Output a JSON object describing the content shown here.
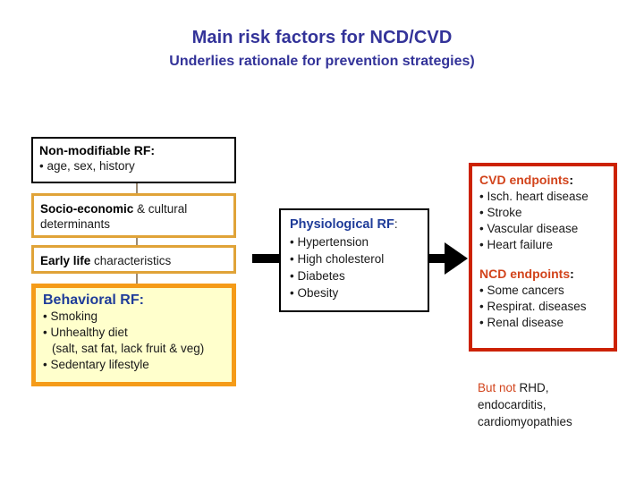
{
  "title": {
    "main": "Main risk factors for NCD/CVD",
    "sub": "Underlies rationale for prevention strategies)"
  },
  "boxes": {
    "non_modifiable": {
      "heading": "Non-modifiable RF:",
      "items": [
        "• age, sex, history"
      ]
    },
    "socio_economic": {
      "heading": "Socio-economic",
      "heading_rest": " & cultural",
      "line2": "determinants"
    },
    "early_life": {
      "heading": "Early life",
      "heading_rest": " characteristics"
    },
    "behavioral": {
      "heading": "Behavioral RF:",
      "items": [
        "• Smoking",
        "• Unhealthy diet",
        "(salt, sat fat, lack fruit & veg)",
        "• Sedentary lifestyle"
      ]
    },
    "physiological": {
      "heading": "Physiological RF",
      "heading_colon": ":",
      "items": [
        "• Hypertension",
        "• High cholesterol",
        "• Diabetes",
        "• Obesity"
      ]
    },
    "endpoints": {
      "cvd_heading": "CVD endpoints",
      "cvd_heading_colon": ":",
      "cvd_items": [
        "• Isch. heart disease",
        "• Stroke",
        "• Vascular disease",
        "• Heart failure"
      ],
      "ncd_heading": "NCD endpoints",
      "ncd_heading_colon": ":",
      "ncd_items": [
        "• Some cancers",
        "• Respirat. diseases",
        "• Renal disease"
      ]
    }
  },
  "footnote": {
    "lead": "But not",
    "rest": " RHD,",
    "line2": "endocarditis,",
    "line3": "cardiomyopathies"
  },
  "colors": {
    "title_blue": "#333399",
    "heading_blue": "#1F3C99",
    "heading_red": "#D2441C",
    "border_gold": "#E0A338",
    "border_orange": "#F59B18",
    "border_red": "#CC2200",
    "fill_yellow": "#FFFFCC",
    "connector": "#9a8a74",
    "arrow_black": "#000000"
  }
}
